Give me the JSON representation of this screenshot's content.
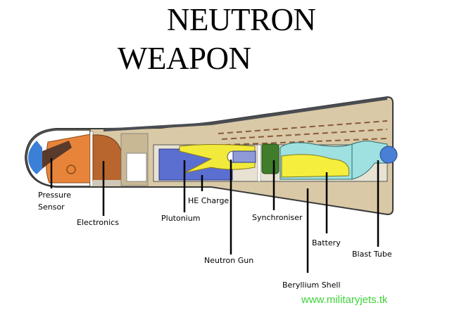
{
  "title": {
    "line1": "NEUTRON",
    "line2": "WEAPON"
  },
  "components": [
    {
      "id": "pressure-sensor",
      "label_line1": "Pressure",
      "label_line2": "Sensor",
      "color": "#e8843a"
    },
    {
      "id": "electronics",
      "label": "Electronics",
      "color": "#b8662e"
    },
    {
      "id": "plutonium",
      "label": "Plutonium",
      "color": "#5b6fd0"
    },
    {
      "id": "he-charge",
      "label": "HE Charge",
      "color": "#f2ea3a"
    },
    {
      "id": "neutron-gun",
      "label": "Neutron Gun",
      "color": "#8f9ad8"
    },
    {
      "id": "synchroniser",
      "label": "Synchroniser",
      "color": "#3f7d2a"
    },
    {
      "id": "beryllium-shell",
      "label": "Beryllium Shell",
      "color": "#ddcfb0"
    },
    {
      "id": "battery",
      "label": "Battery",
      "color": "#f5ee3c"
    },
    {
      "id": "blast-tube",
      "label": "Blast Tube",
      "color": "#9fe0e0"
    }
  ],
  "watermark": "www.militaryjets.tk"
}
